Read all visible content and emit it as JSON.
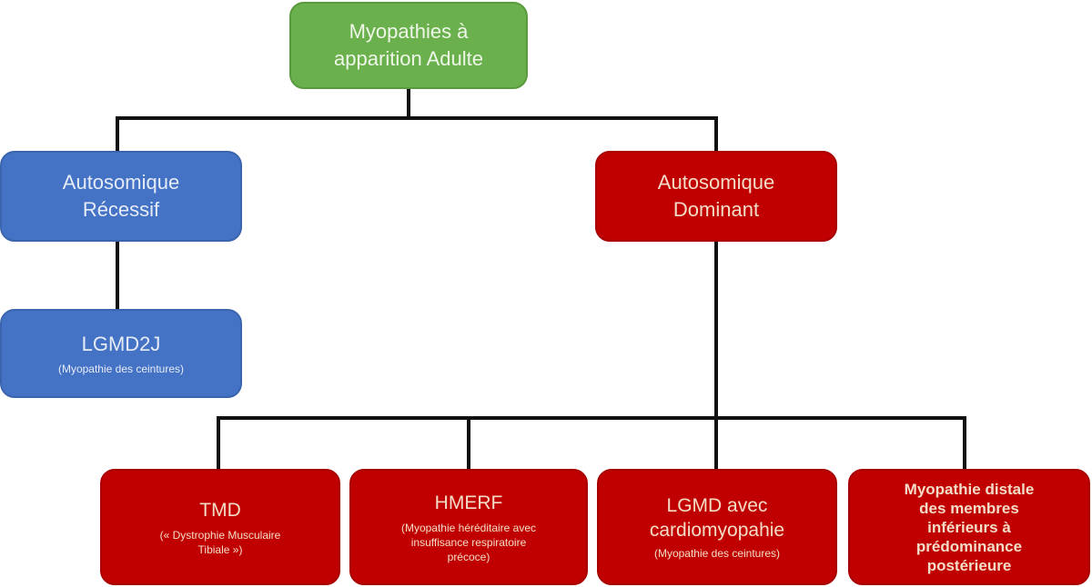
{
  "colors": {
    "root": "#6ab04c",
    "recessive": "#4472c4",
    "dominant": "#c00000",
    "connector": "#111111"
  },
  "root": {
    "title": "Myopathies à\napparition Adulte"
  },
  "recessive": {
    "title": "Autosomique\nRécessif",
    "children": [
      {
        "title": "LGMD2J",
        "sub": "(Myopathie des ceintures)"
      }
    ]
  },
  "dominant": {
    "title": "Autosomique\nDominant",
    "children": [
      {
        "title": "TMD",
        "sub": "(« Dystrophie Musculaire\nTibiale »)"
      },
      {
        "title": "HMERF",
        "sub": "(Myopathie héréditaire avec\ninsuffisance respiratoire\nprécoce)"
      },
      {
        "title": "LGMD avec\ncardiomyopahie",
        "sub": "(Myopathie des ceintures)"
      },
      {
        "title": "Myopathie distale\ndes membres\ninférieurs à\nprédominance\npostérieure",
        "sub": ""
      }
    ]
  }
}
